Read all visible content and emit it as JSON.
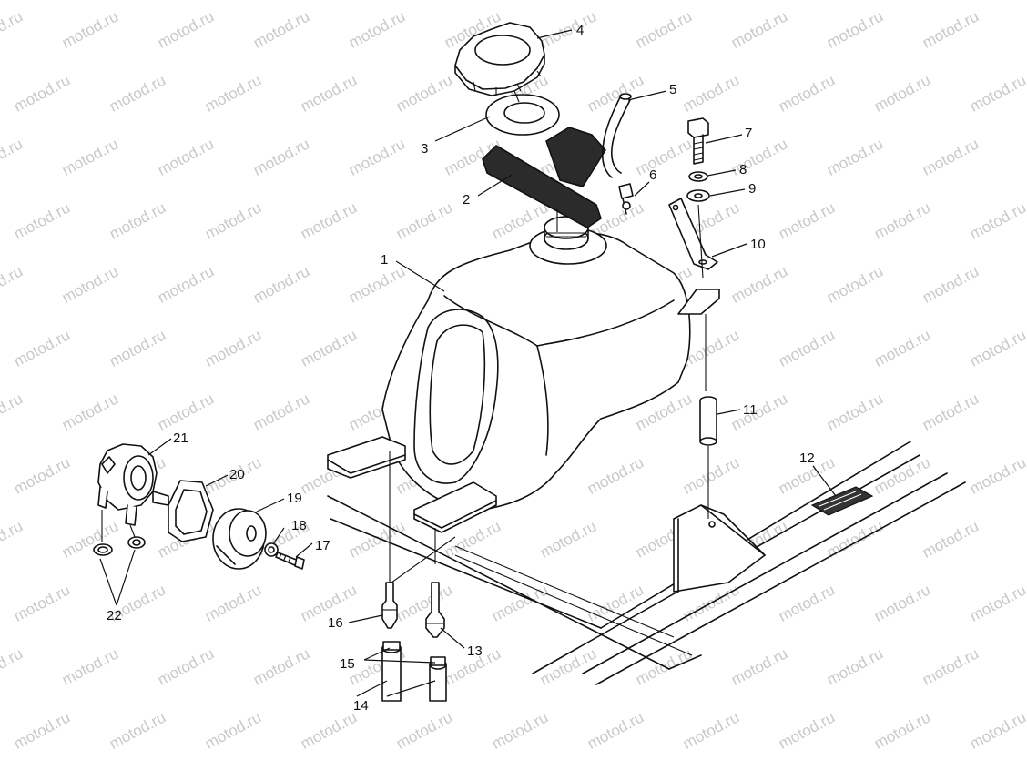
{
  "watermark": "motod.ru",
  "callouts": [
    {
      "id": "1",
      "label": "1"
    },
    {
      "id": "2",
      "label": "2"
    },
    {
      "id": "3",
      "label": "3"
    },
    {
      "id": "4",
      "label": "4"
    },
    {
      "id": "5",
      "label": "5"
    },
    {
      "id": "6",
      "label": "6"
    },
    {
      "id": "7",
      "label": "7"
    },
    {
      "id": "8",
      "label": "8"
    },
    {
      "id": "9",
      "label": "9"
    },
    {
      "id": "10",
      "label": "10"
    },
    {
      "id": "11",
      "label": "11"
    },
    {
      "id": "12",
      "label": "12"
    },
    {
      "id": "13",
      "label": "13"
    },
    {
      "id": "14",
      "label": "14"
    },
    {
      "id": "15",
      "label": "15"
    },
    {
      "id": "16",
      "label": "16"
    },
    {
      "id": "17",
      "label": "17"
    },
    {
      "id": "18",
      "label": "18"
    },
    {
      "id": "19",
      "label": "19"
    },
    {
      "id": "20",
      "label": "20"
    },
    {
      "id": "21",
      "label": "21"
    },
    {
      "id": "22",
      "label": "22"
    }
  ]
}
